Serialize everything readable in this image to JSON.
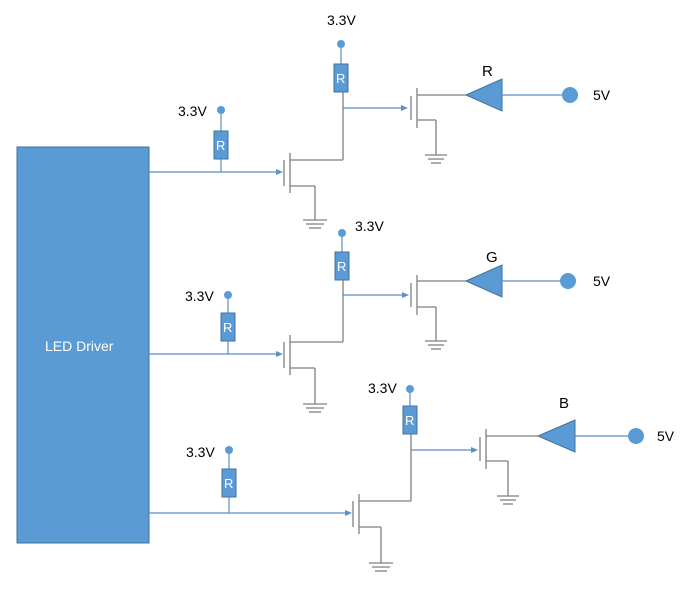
{
  "driver": {
    "label": "LED Driver"
  },
  "resistor_label": "R",
  "rails": {
    "low": "3.3V",
    "high": "5V"
  },
  "channels": [
    {
      "id": "red",
      "led_label": "R"
    },
    {
      "id": "green",
      "led_label": "G"
    },
    {
      "id": "blue",
      "led_label": "B"
    }
  ],
  "colors": {
    "component_fill": "#5b9bd5",
    "wire": "#5b8fc7",
    "ground": "#7f7f7f"
  }
}
